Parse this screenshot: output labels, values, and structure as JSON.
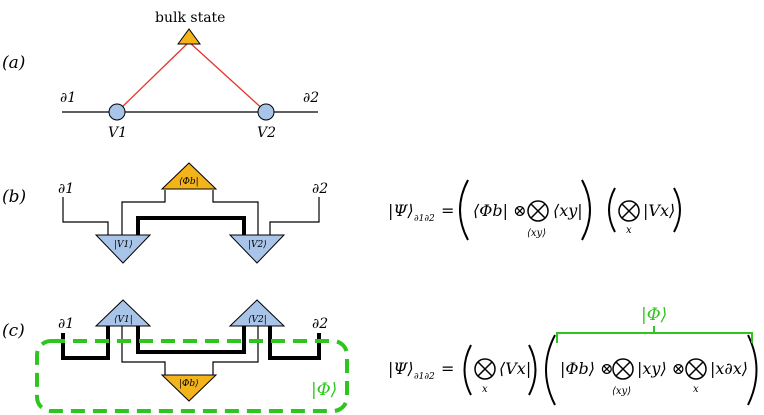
{
  "panels": {
    "a": {
      "label": "(a)",
      "bulk_label": "bulk state",
      "boundary_left": "∂1",
      "boundary_right": "∂2",
      "node_left": "V1",
      "node_right": "V2"
    },
    "b": {
      "label": "(b)",
      "boundary_left": "∂1",
      "boundary_right": "∂2",
      "top_tensor": "⟨Φb|",
      "left_tensor": "|V1⟩",
      "right_tensor": "|V2⟩"
    },
    "c": {
      "label": "(c)",
      "boundary_left": "∂1",
      "boundary_right": "∂2",
      "left_tensor": "⟨V1|",
      "right_tensor": "⟨V2|",
      "bottom_tensor": "|Φb⟩",
      "phi_box_label": "|Φ⟩"
    }
  },
  "equations": {
    "b": {
      "lhs": "|Ψ⟩",
      "lhs_sub": "∂1∂2",
      "term1": "⟨Φb| ⊗",
      "term1_sub": "⟨xy⟩",
      "term1_rest": "⟨xy|",
      "term2_sub": "x",
      "term2_rest": "|Vx⟩"
    },
    "c": {
      "lhs": "|Ψ⟩",
      "lhs_sub": "∂1∂2",
      "term1_sub": "x",
      "term1_rest": "⟨Vx|",
      "brace_label": "|Φ⟩",
      "inner1": "|Φb⟩ ⊗",
      "inner1_sub": "⟨xy⟩",
      "inner2": "|xy⟩ ⊗",
      "inner2_sub": "x",
      "inner3": "|x∂x⟩"
    }
  },
  "colors": {
    "blue": "#a8c4e8",
    "orange": "#f2b31b",
    "red": "#e8302a",
    "green": "#2ec61e"
  }
}
